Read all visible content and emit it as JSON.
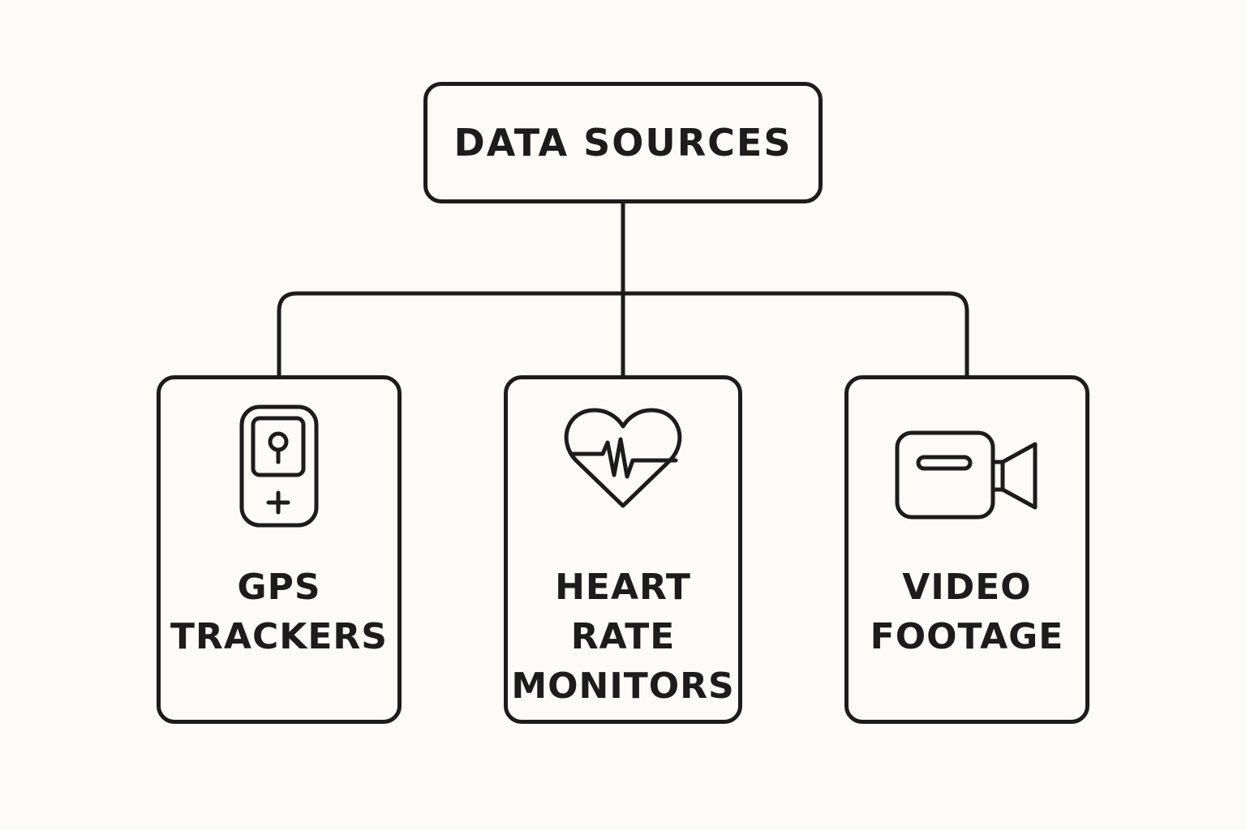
{
  "diagram": {
    "root": {
      "label": "DATA SOURCES"
    },
    "children": [
      {
        "id": "gps",
        "lines": [
          "GPS",
          "TRACKERS"
        ],
        "icon": "gps-tracker-icon"
      },
      {
        "id": "heart",
        "lines": [
          "HEART",
          "RATE",
          "MONITORS"
        ],
        "icon": "heart-rate-icon"
      },
      {
        "id": "video",
        "lines": [
          "VIDEO",
          "FOOTAGE"
        ],
        "icon": "video-camera-icon"
      }
    ]
  },
  "colors": {
    "stroke": "#1c1c1c",
    "background": "#fcfbf7"
  }
}
